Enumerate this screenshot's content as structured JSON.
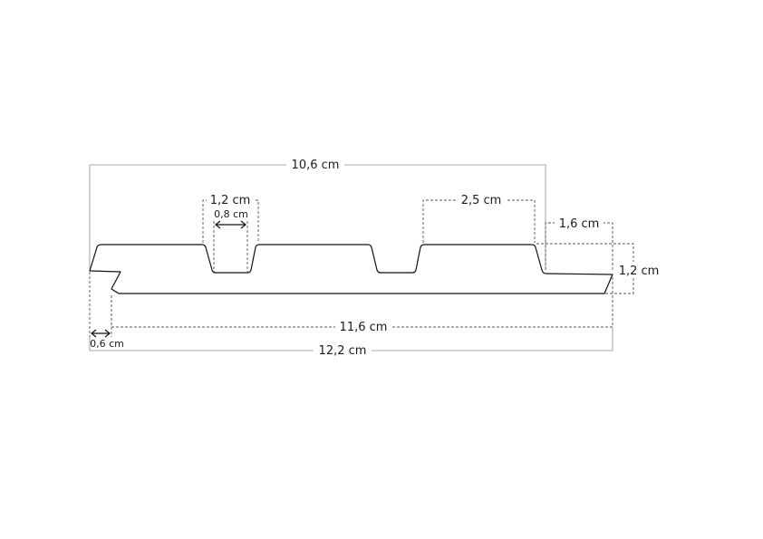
{
  "dimensions": {
    "overall_top": "10,6 cm",
    "groove_outer": "1,2 cm",
    "groove_inner": "0,8 cm",
    "flat_segment": "2,5 cm",
    "right_step": "1,6 cm",
    "height": "1,2 cm",
    "inner_length": "11,6 cm",
    "tongue": "0,6 cm",
    "overall_length": "12,2 cm"
  },
  "colors": {
    "line": "#111111",
    "guide": "#8c8c8c",
    "dashed": "#555555",
    "text": "#1a1a1a"
  }
}
